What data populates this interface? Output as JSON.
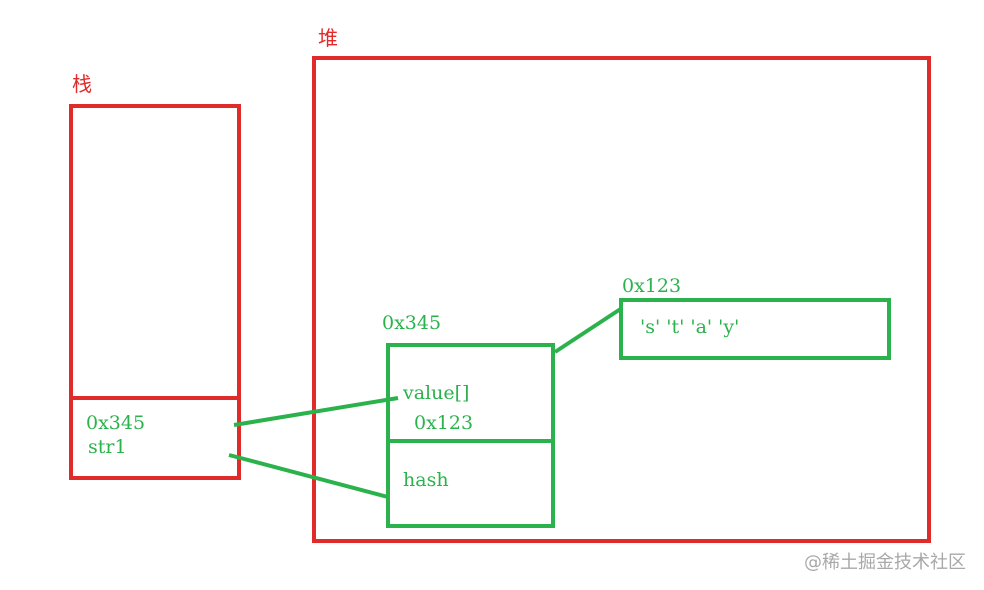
{
  "stack": {
    "title": "栈",
    "address": "0x345",
    "var_name": "str1"
  },
  "heap": {
    "title": "堆",
    "string_object": {
      "address": "0x345",
      "field_value": "value[]",
      "field_value_ref": "0x123",
      "field_hash": "hash"
    },
    "char_array": {
      "address": "0x123",
      "contents": "'s' 't' 'a' 'y'"
    }
  },
  "watermark": "@稀土掘金技术社区",
  "colors": {
    "red": "#e02b2b",
    "green": "#2bb24c"
  }
}
